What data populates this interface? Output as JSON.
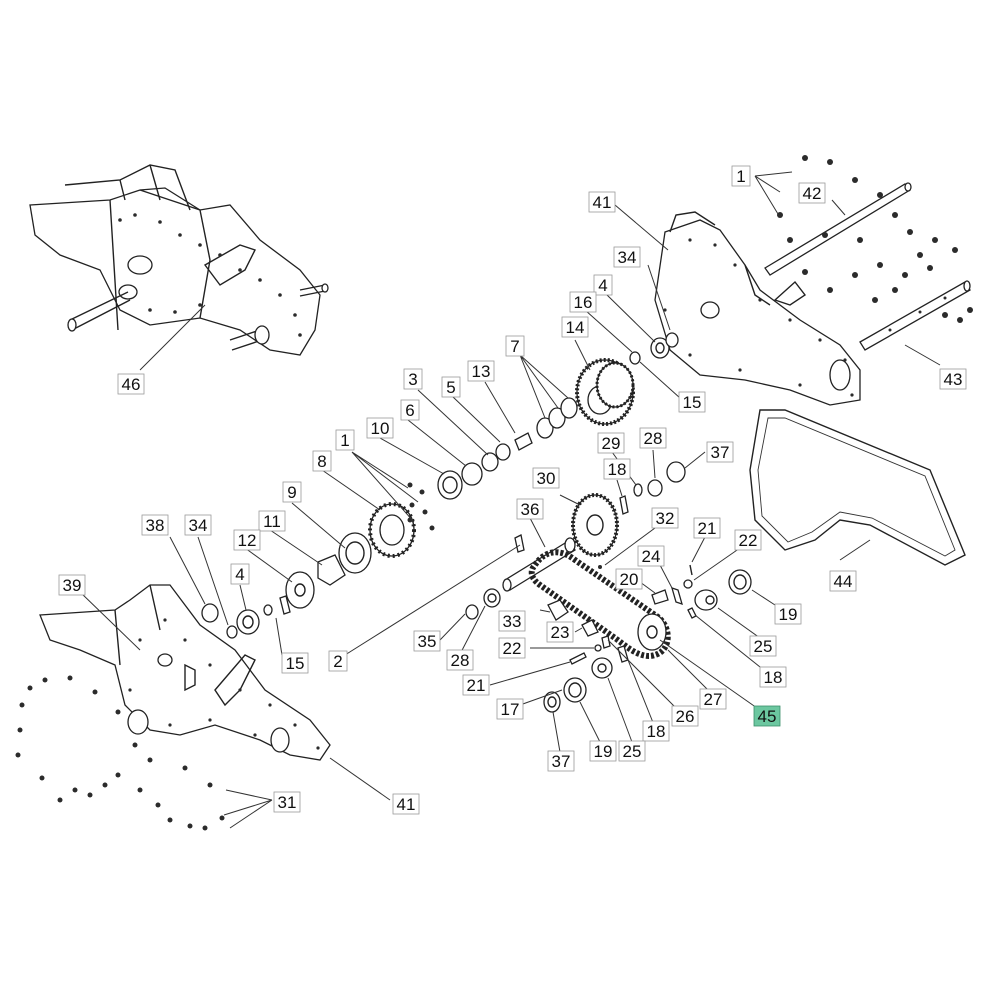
{
  "diagram": {
    "highlight_color": "#6cc7a0",
    "callouts": [
      {
        "id": "c1a",
        "text": "1"
      },
      {
        "id": "c42",
        "text": "42"
      },
      {
        "id": "c41a",
        "text": "41"
      },
      {
        "id": "c34a",
        "text": "34"
      },
      {
        "id": "c4a",
        "text": "4"
      },
      {
        "id": "c16",
        "text": "16"
      },
      {
        "id": "c7",
        "text": "7"
      },
      {
        "id": "c14",
        "text": "14"
      },
      {
        "id": "c15a",
        "text": "15"
      },
      {
        "id": "c43",
        "text": "43"
      },
      {
        "id": "c46",
        "text": "46"
      },
      {
        "id": "c3",
        "text": "3"
      },
      {
        "id": "c5",
        "text": "5"
      },
      {
        "id": "c13",
        "text": "13"
      },
      {
        "id": "c6",
        "text": "6"
      },
      {
        "id": "c10",
        "text": "10"
      },
      {
        "id": "c1b",
        "text": "1"
      },
      {
        "id": "c8",
        "text": "8"
      },
      {
        "id": "c29",
        "text": "29"
      },
      {
        "id": "c28a",
        "text": "28"
      },
      {
        "id": "c37a",
        "text": "37"
      },
      {
        "id": "c18a",
        "text": "18"
      },
      {
        "id": "c30",
        "text": "30"
      },
      {
        "id": "c36",
        "text": "36"
      },
      {
        "id": "c32",
        "text": "32"
      },
      {
        "id": "c9",
        "text": "9"
      },
      {
        "id": "c38",
        "text": "38"
      },
      {
        "id": "c34b",
        "text": "34"
      },
      {
        "id": "c11",
        "text": "11"
      },
      {
        "id": "c12",
        "text": "12"
      },
      {
        "id": "c21a",
        "text": "21"
      },
      {
        "id": "c22a",
        "text": "22"
      },
      {
        "id": "c24",
        "text": "24"
      },
      {
        "id": "c44",
        "text": "44"
      },
      {
        "id": "c39",
        "text": "39"
      },
      {
        "id": "c4b",
        "text": "4"
      },
      {
        "id": "c20",
        "text": "20"
      },
      {
        "id": "c19a",
        "text": "19"
      },
      {
        "id": "c33",
        "text": "33"
      },
      {
        "id": "c25a",
        "text": "25"
      },
      {
        "id": "c15b",
        "text": "15"
      },
      {
        "id": "c2",
        "text": "2"
      },
      {
        "id": "c35",
        "text": "35"
      },
      {
        "id": "c23",
        "text": "23"
      },
      {
        "id": "c22b",
        "text": "22"
      },
      {
        "id": "c28b",
        "text": "28"
      },
      {
        "id": "c18b",
        "text": "18"
      },
      {
        "id": "c21b",
        "text": "21"
      },
      {
        "id": "c27",
        "text": "27"
      },
      {
        "id": "c45",
        "text": "45",
        "highlight": true
      },
      {
        "id": "c17",
        "text": "17"
      },
      {
        "id": "c26",
        "text": "26"
      },
      {
        "id": "c18c",
        "text": "18"
      },
      {
        "id": "c37b",
        "text": "37"
      },
      {
        "id": "c19b",
        "text": "19"
      },
      {
        "id": "c25b",
        "text": "25"
      },
      {
        "id": "c31",
        "text": "31"
      },
      {
        "id": "c41b",
        "text": "41"
      }
    ]
  }
}
